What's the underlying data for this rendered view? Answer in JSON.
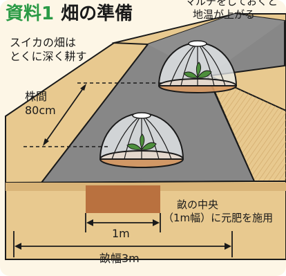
{
  "title": {
    "tag": "資料1",
    "text": "畑の準備"
  },
  "notes": {
    "mulch_line1": "マルチをしておくと",
    "mulch_line2": "地温が上がる",
    "field_line1": "スイカの畑は",
    "field_line2": "とくに深く耕す",
    "spacing_line1": "株間",
    "spacing_line2": "80cm",
    "center_line1": "畝の中央",
    "center_line2": "（1m幅）に元肥を施用"
  },
  "dimensions": {
    "center_width": "1m",
    "ridge_width": "畝幅3m"
  },
  "colors": {
    "background": "#fdf6e6",
    "soil": "#e8c98f",
    "soil_dark": "#c9a060",
    "mulch": "#878787",
    "fertilizer": "#b9713f",
    "title_accent": "#2a9a45"
  }
}
